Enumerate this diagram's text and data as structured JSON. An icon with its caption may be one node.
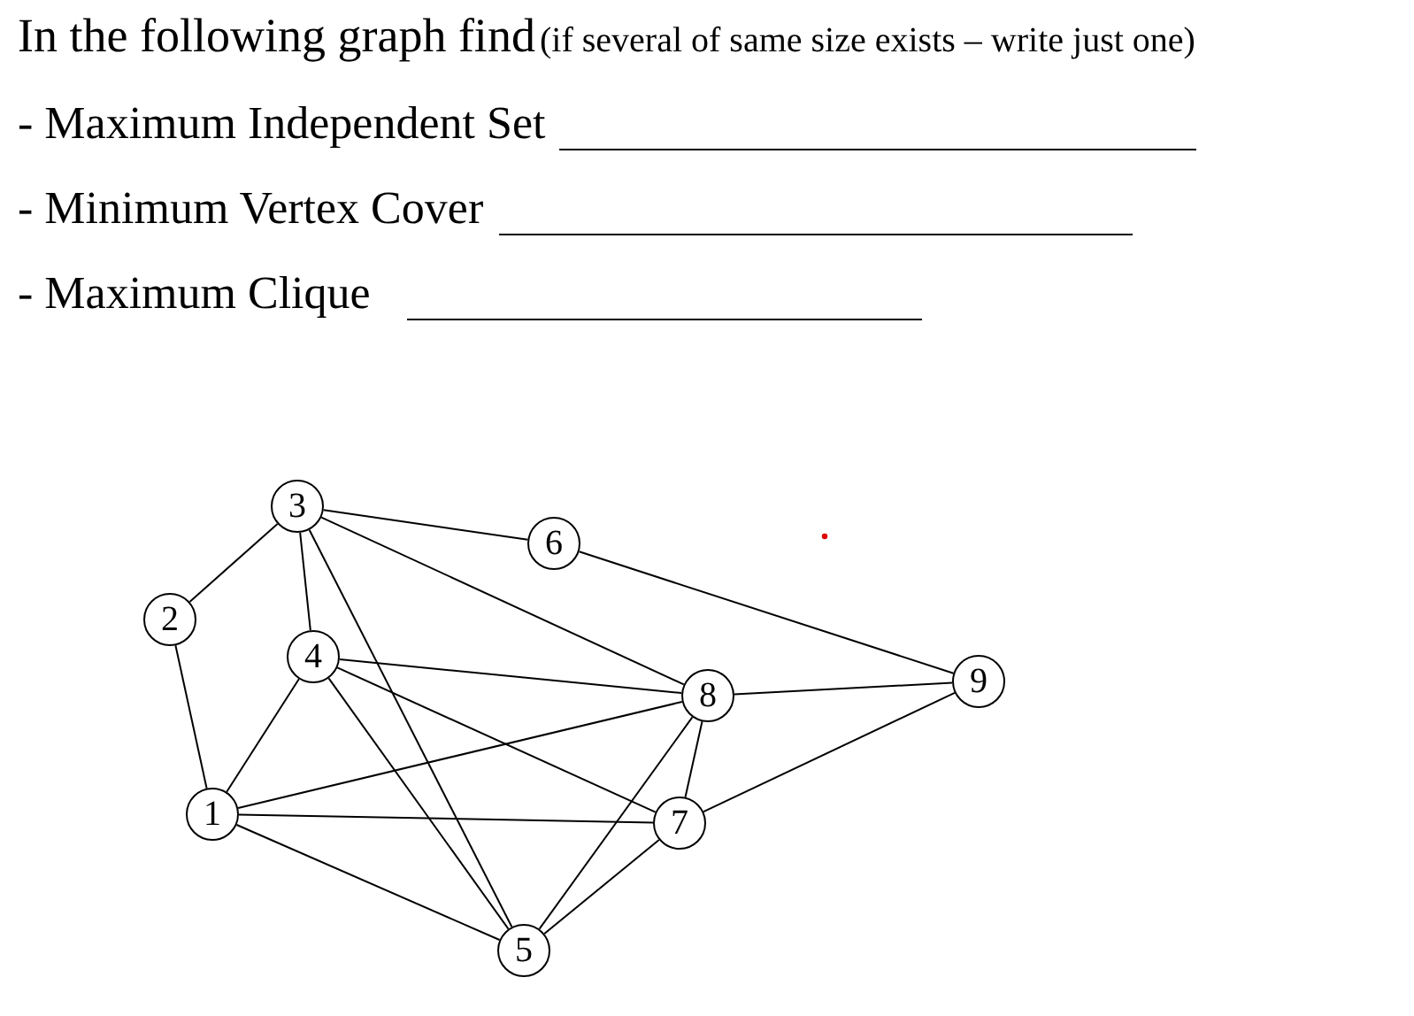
{
  "diagram": {
    "title": "In the following graph find",
    "nodes": [
      {
        "text": [
          "1"
        ]
      },
      {
        "text": [
          "2"
        ]
      },
      {
        "text": [
          "3"
        ]
      },
      {
        "text": [
          "4"
        ]
      },
      {
        "text": [
          "5"
        ]
      },
      {
        "text": [
          "6"
        ]
      },
      {
        "text": [
          "7"
        ]
      },
      {
        "text": [
          "8"
        ]
      },
      {
        "text": [
          "9"
        ]
      }
    ],
    "edges": [
      {
        "from": 2,
        "to": 1,
        "arrow": "none"
      },
      {
        "from": 1,
        "to": 0,
        "arrow": "none"
      },
      {
        "from": 2,
        "to": 5,
        "arrow": "none"
      },
      {
        "from": 2,
        "to": 3,
        "arrow": "none"
      },
      {
        "from": 2,
        "to": 4,
        "arrow": "none"
      },
      {
        "from": 2,
        "to": 7,
        "arrow": "none"
      },
      {
        "from": 3,
        "to": 0,
        "arrow": "none"
      },
      {
        "from": 3,
        "to": 7,
        "arrow": "none"
      },
      {
        "from": 3,
        "to": 6,
        "arrow": "none"
      },
      {
        "from": 3,
        "to": 4,
        "arrow": "none"
      },
      {
        "from": 0,
        "to": 7,
        "arrow": "none"
      },
      {
        "from": 0,
        "to": 6,
        "arrow": "none"
      },
      {
        "from": 0,
        "to": 4,
        "arrow": "none"
      },
      {
        "from": 5,
        "to": 8,
        "arrow": "none"
      },
      {
        "from": 7,
        "to": 8,
        "arrow": "none"
      },
      {
        "from": 7,
        "to": 6,
        "arrow": "none"
      },
      {
        "from": 7,
        "to": 4,
        "arrow": "none"
      },
      {
        "from": 6,
        "to": 8,
        "arrow": "none"
      },
      {
        "from": 6,
        "to": 4,
        "arrow": "none"
      }
    ],
    "labels": [
      "(if several of same size exists – write just one)",
      "- Maximum Independent Set",
      "- Minimum Vertex Cover",
      "- Maximum Clique"
    ]
  }
}
